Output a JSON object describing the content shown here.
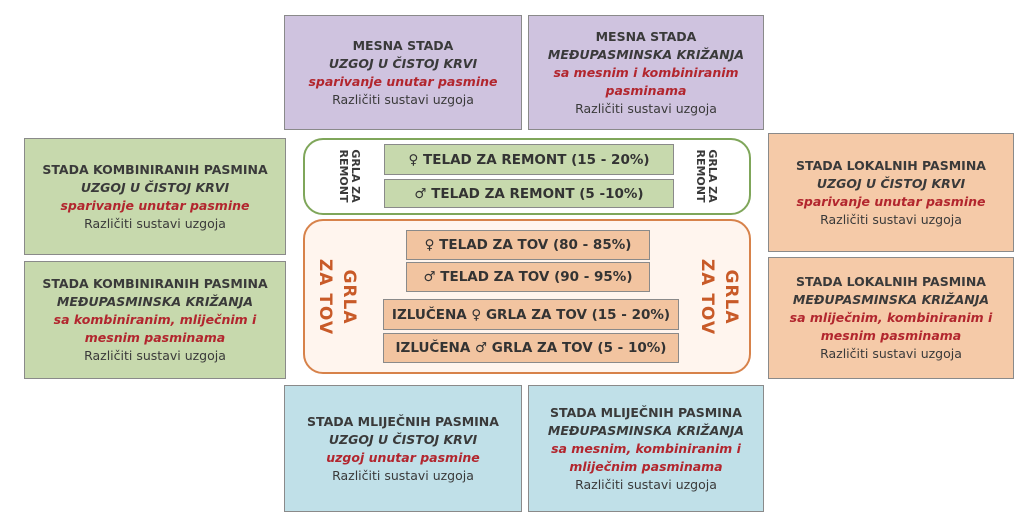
{
  "top_left": {
    "line1": "MESNA STADA",
    "line2": "UZGOJ U ČISTOJ KRVI",
    "line3": "sparivanje unutar pasmine",
    "line4": "Različiti sustavi uzgoja"
  },
  "top_right": {
    "line1": "MESNA STADA",
    "line2": "MEĐUPASMINSKA KRIŽANJA",
    "line3a": "sa mesnim i kombiniranim",
    "line3b": "pasminama",
    "line4": "Različiti sustavi uzgoja"
  },
  "left_top": {
    "line1": "STADA KOMBINIRANIH PASMINA",
    "line2": "UZGOJ U ČISTOJ KRVI",
    "line3": "sparivanje unutar pasmine",
    "line4": "Različiti sustavi uzgoja"
  },
  "left_bottom": {
    "line1": "STADA KOMBINIRANIH PASMINA",
    "line2": "MEĐUPASMINSKA KRIŽANJA",
    "line3a": "sa kombiniranim, mliječnim i",
    "line3b": "mesnim pasminama",
    "line4": "Različiti sustavi uzgoja"
  },
  "right_top": {
    "line1": "STADA LOKALNIH PASMINA",
    "line2": "UZGOJ U ČISTOJ KRVI",
    "line3": "sparivanje unutar pasmine",
    "line4": "Različiti sustavi uzgoja"
  },
  "right_bottom": {
    "line1": "STADA LOKALNIH PASMINA",
    "line2": "MEĐUPASMINSKA KRIŽANJA",
    "line3a": "sa mliječnim, kombiniranim i",
    "line3b": "mesnim pasminama",
    "line4": "Različiti sustavi uzgoja"
  },
  "bottom_left": {
    "line1": "STADA MLIJEČNIH PASMINA",
    "line2": "UZGOJ U ČISTOJ KRVI",
    "line3": "uzgoj unutar pasmine",
    "line4": "Različiti sustavi uzgoja"
  },
  "bottom_right": {
    "line1": "STADA MLIJEČNIH PASMINA",
    "line2": "MEĐUPASMINSKA KRIŽANJA",
    "line3a": "sa mesnim, kombiniranim i",
    "line3b": "mliječnim pasminama",
    "line4": "Različiti sustavi uzgoja"
  },
  "remont": {
    "label_line1": "GRLA ZA",
    "label_line2": "REMONT",
    "female": "♀ TELAD ZA REMONT (15 - 20%)",
    "male": "♂ TELAD ZA REMONT (5 -10%)"
  },
  "tov": {
    "label_line1": "GRLA",
    "label_line2": "ZA TOV",
    "female": "♀ TELAD ZA TOV (80 - 85%)",
    "male": "♂ TELAD ZA TOV (90 - 95%)",
    "culled_female": "IZLUČENA ♀ GRLA ZA TOV (15 - 20%)",
    "culled_male": "IZLUČENA ♂ GRLA ZA TOV (5 - 10%)"
  },
  "colors": {
    "purple": "#cfc3df",
    "green": "#c7d9ad",
    "orange": "#f5caa8",
    "blue": "#c0e0e8",
    "accent_red": "#b2262e",
    "tov_label": "#c85a28"
  }
}
